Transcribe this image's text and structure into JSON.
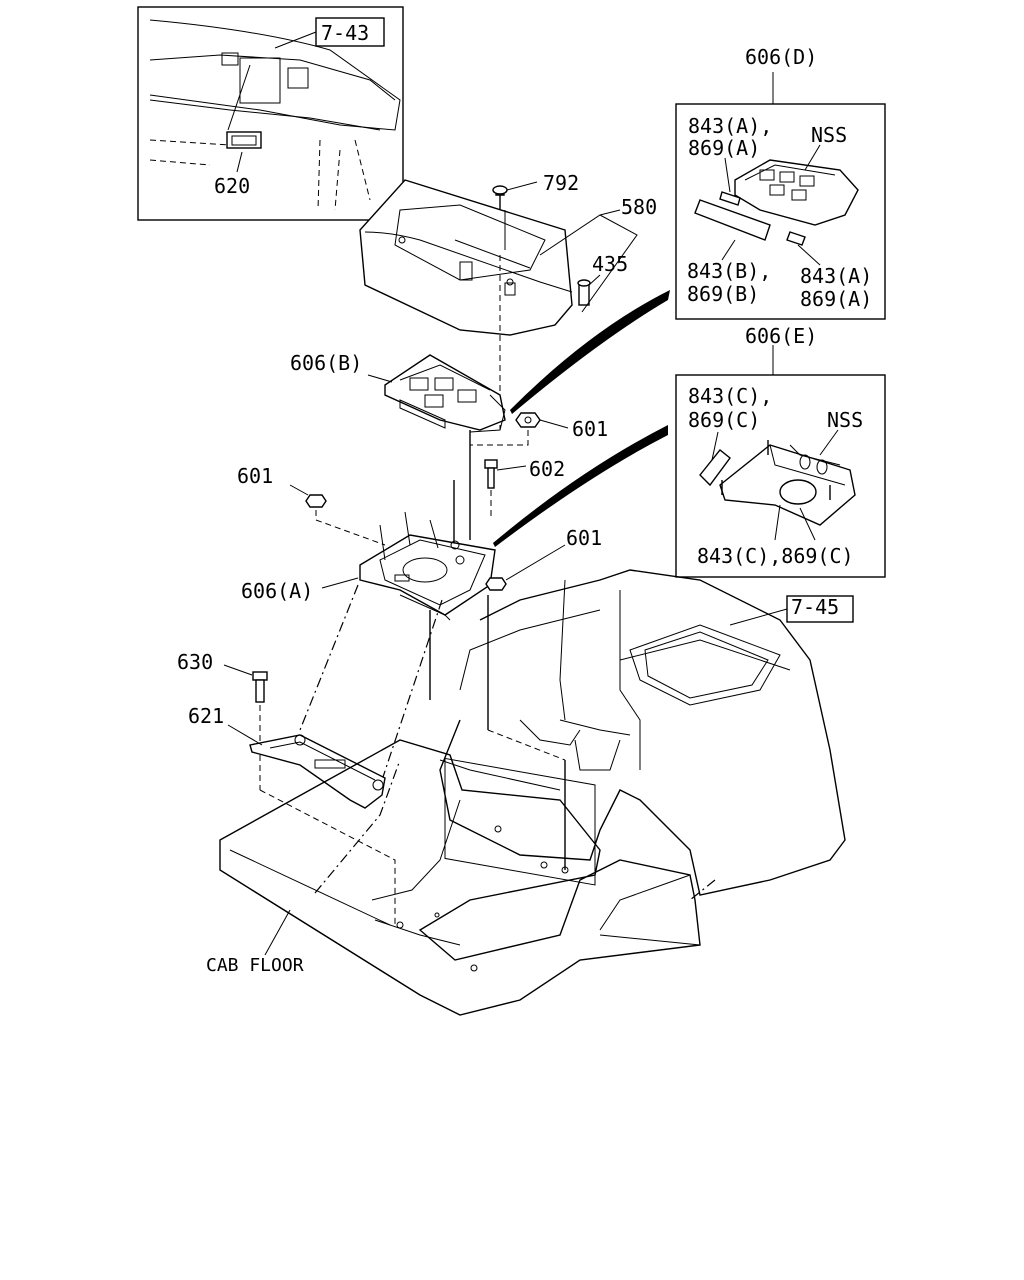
{
  "callouts": {
    "ref_743": "7-43",
    "ref_745": "7-45",
    "p620": "620",
    "p792": "792",
    "p580": "580",
    "p435": "435",
    "p606b": "606(B)",
    "p601a": "601",
    "p602": "602",
    "p601b": "601",
    "p601c": "601",
    "p606a": "606(A)",
    "p630": "630",
    "p621": "621",
    "cab_floor": "CAB FLOOR"
  },
  "detail_d": {
    "title": "606(D)",
    "l1": "843(A),",
    "l2": "869(A)",
    "nss": "NSS",
    "l3": "843(B),",
    "l4": "869(B)",
    "l5": "843(A)",
    "l6": "869(A)"
  },
  "detail_e": {
    "title": "606(E)",
    "l1": "843(C),",
    "l2": "869(C)",
    "nss": "NSS",
    "l3": "843(C),869(C)"
  }
}
